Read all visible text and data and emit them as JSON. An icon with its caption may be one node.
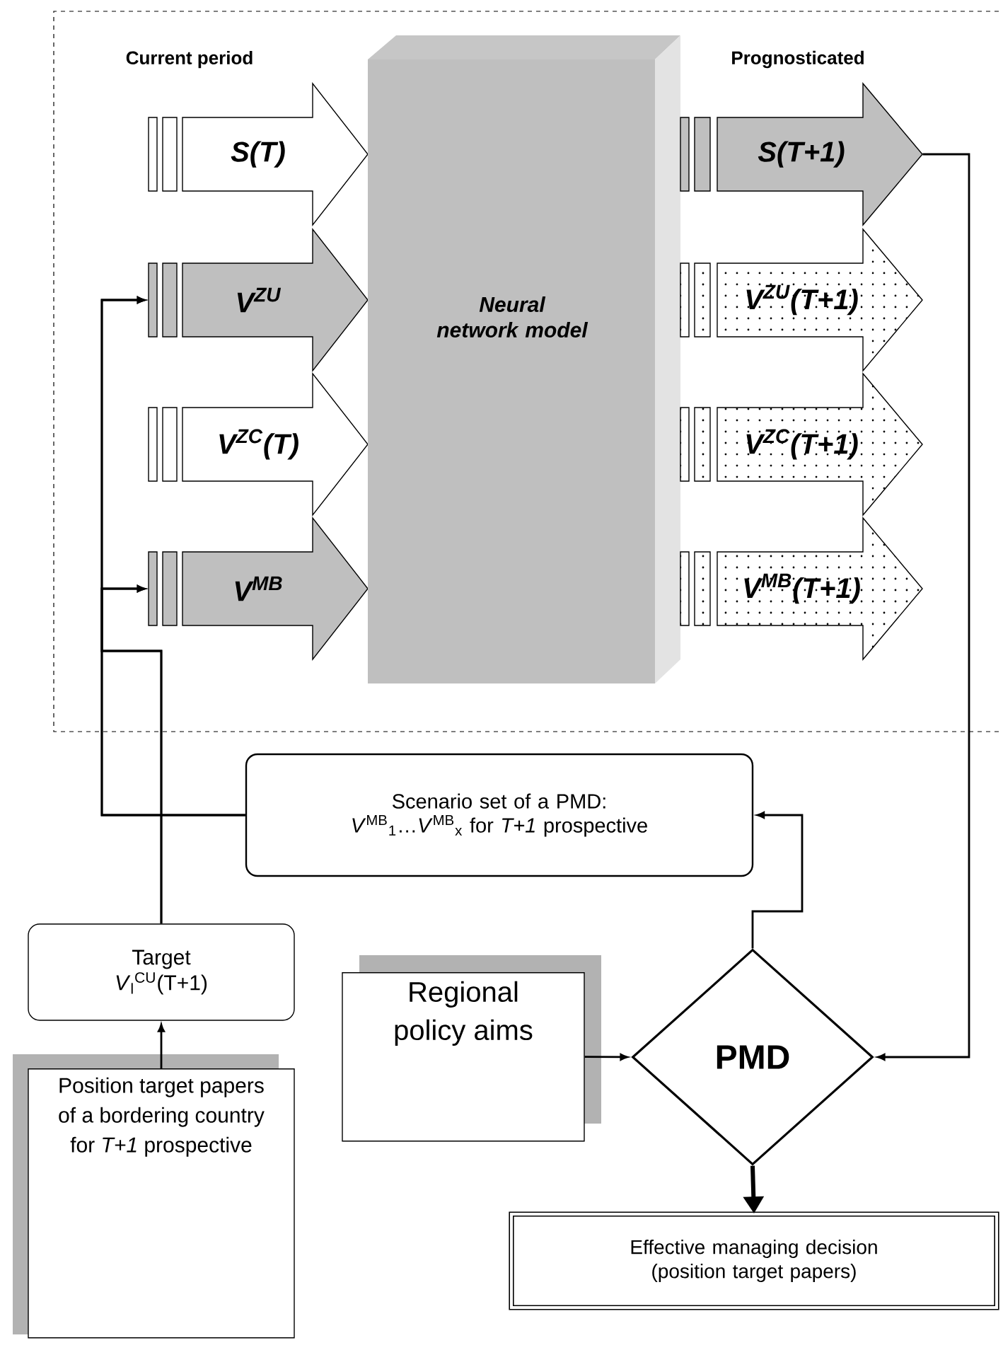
{
  "diagram": {
    "nodes": [
      {
        "text": [
          "S(T)"
        ]
      },
      {
        "text": [
          "V$^{ZU}$"
        ]
      },
      {
        "text": [
          "V$^{ZC}$(T)"
        ]
      },
      {
        "text": [
          "V$^{MB}$"
        ]
      },
      {
        "text": [
          "Neural network model"
        ]
      },
      {
        "text": [
          "S(T+1)"
        ]
      },
      {
        "text": [
          "V$^{ZU}$(T+1)"
        ]
      },
      {
        "text": [
          "V$^{ZC}$(T+1)"
        ]
      },
      {
        "text": [
          "V$^{MB}$(T+1)"
        ]
      },
      {
        "text": [
          "Scenario set of a PMD: *V*$^{MB}$$_{1}$…*V*$^{MB}$$_{x}$ for *T+1* prospective"
        ]
      },
      {
        "text": [
          "Target",
          "*V*$_{l}$$^{CU}$(T+1)"
        ]
      },
      {
        "text": [
          "Position target papers of a bordering country for *T+1* prospective"
        ]
      },
      {
        "text": [
          "Regional policy aims"
        ]
      },
      {
        "text": [
          "PMD"
        ]
      },
      {
        "text": [
          "Effective managing decision (position target papers)"
        ]
      }
    ],
    "edges": [
      {
        "from": 5,
        "to": 13,
        "arrow": "to"
      },
      {
        "from": 12,
        "to": 13,
        "arrow": "to"
      },
      {
        "from": 13,
        "to": 14,
        "arrow": "to",
        "style": "thick"
      },
      {
        "from": 13,
        "to": 9,
        "arrow": "to"
      },
      {
        "from": 11,
        "to": 10,
        "arrow": "to"
      },
      {
        "from": 10,
        "to": 1,
        "arrow": "to"
      },
      {
        "from": 10,
        "to": 3,
        "arrow": "to"
      },
      {
        "from": 9,
        "to": 1,
        "arrow": "to"
      },
      {
        "from": 9,
        "to": 3,
        "arrow": "to"
      }
    ],
    "labels": [
      "Current period",
      "Prognosticated"
    ]
  }
}
